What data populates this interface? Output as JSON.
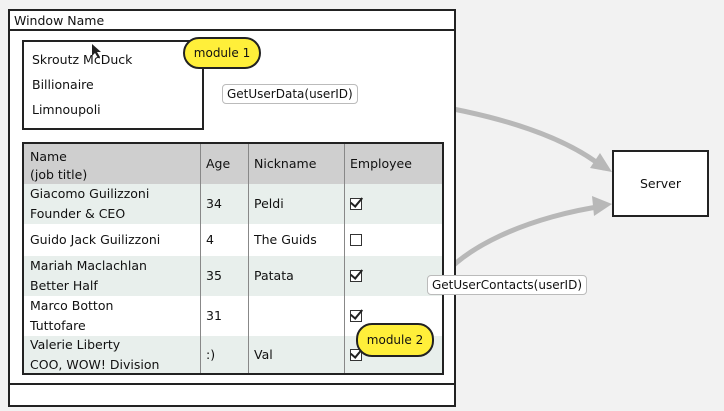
{
  "window": {
    "title": "Window Name"
  },
  "user": {
    "name": "Skroutz McDuck",
    "title": "Billionaire",
    "city": "Limnoupoli"
  },
  "annotations": {
    "module1": "module 1",
    "module2": "module 2",
    "get_user_data": "GetUserData(userID)",
    "get_user_contacts": "GetUserContacts(userID)",
    "server": "Server"
  },
  "table": {
    "headers": {
      "name": "Name",
      "name_sub": "(job title)",
      "age": "Age",
      "nickname": "Nickname",
      "employee": "Employee"
    },
    "rows": [
      {
        "name": "Giacomo Guilizzoni",
        "job": "Founder & CEO",
        "age": "34",
        "nickname": "Peldi",
        "employee": true
      },
      {
        "name": "Guido Jack Guilizzoni",
        "job": "",
        "age": "4",
        "nickname": "The Guids",
        "employee": false
      },
      {
        "name": "Mariah Maclachlan",
        "job": "Better Half",
        "age": "35",
        "nickname": "Patata",
        "employee": true
      },
      {
        "name": "Marco Botton",
        "job": "Tuttofare",
        "age": "31",
        "nickname": "",
        "employee": true
      },
      {
        "name": "Valerie Liberty",
        "job": "COO, WOW! Division",
        "age": ":)",
        "nickname": "Val",
        "employee": true
      }
    ]
  },
  "colors": {
    "highlight": "#ffef3a",
    "row_alt": "#e8efec",
    "header": "#cfcfcf",
    "arrow": "#b8b8b8"
  }
}
